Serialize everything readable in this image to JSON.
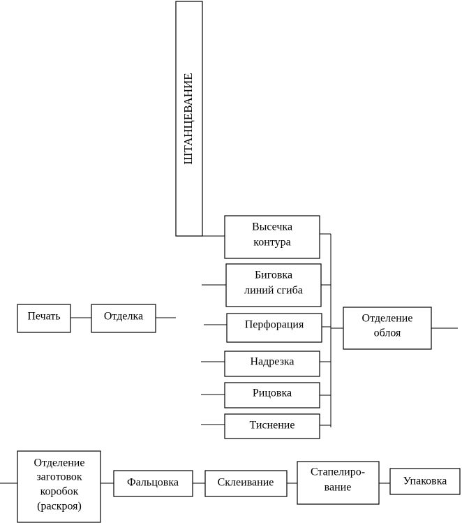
{
  "diagram": {
    "nodes": {
      "pechat": "Печать",
      "otdelka": "Отделка",
      "shtantsevanie": "ШТАНЦЕВАНИЕ",
      "vysechka": [
        "Высечка",
        "контура"
      ],
      "bigovka": [
        "Биговка",
        "линий сгиба"
      ],
      "perforatsiya": "Перфорация",
      "nadrezka": "Надрезка",
      "ritsovka": "Рицовка",
      "tisnenie": "Тиснение",
      "otdelenie_obloya": [
        "Отделение",
        "облоя"
      ],
      "otdelenie_zagotovok": [
        "Отделение",
        "заготовок",
        "коробок",
        "(раскроя)"
      ],
      "faltsovka": "Фальцовка",
      "skleivanie": "Склеивание",
      "stapelirovanie": [
        "Стапелиро-",
        "вание"
      ],
      "upakovka": "Упаковка"
    }
  }
}
